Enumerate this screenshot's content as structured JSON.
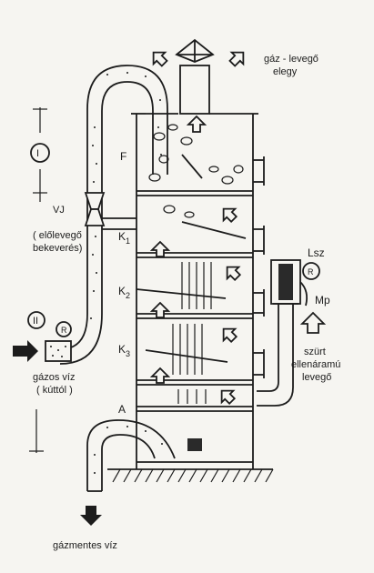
{
  "labels": {
    "gas_air_mixture_line1": "gáz - levegő",
    "gas_air_mixture_line2": "elegy",
    "roman_one": "I",
    "roman_two": "II",
    "f": "F",
    "vj": "VJ",
    "pre_air_line1": "( előlevegő",
    "pre_air_line2": "bekeverés)",
    "k1": "K",
    "k1_sub": "1",
    "k2": "K",
    "k2_sub": "2",
    "k3": "K",
    "k3_sub": "3",
    "a": "A",
    "lsz": "Lsz",
    "r_right": "R",
    "r_left": "R",
    "mp": "Mp",
    "filtered_air_line1": "szürt",
    "filtered_air_line2": "ellenáramú",
    "filtered_air_line3": "levegő",
    "gas_water_line1": "gázos víz",
    "gas_water_line2": "( kúttól )",
    "degassed_water": "gázmentes víz"
  }
}
